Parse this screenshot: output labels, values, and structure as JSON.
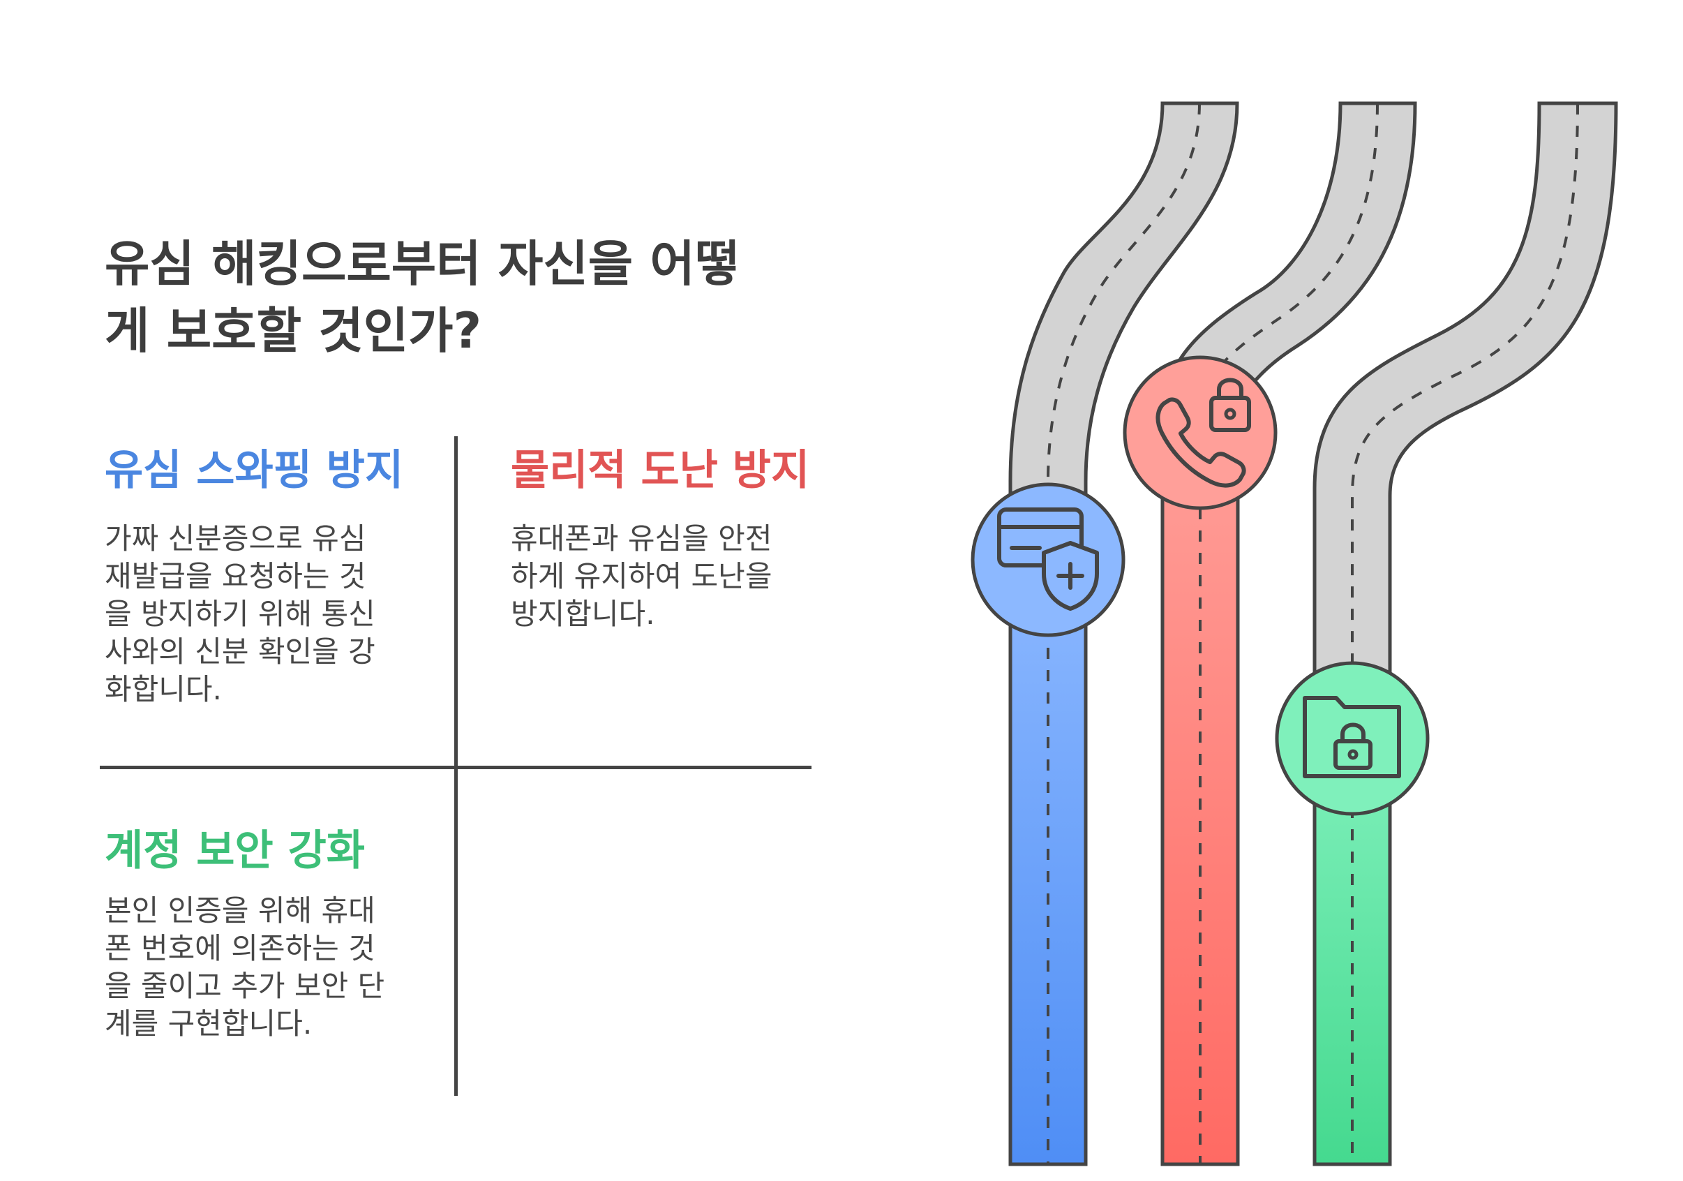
{
  "title_line1": "유심 해킹으로부터 자신을 어떻",
  "title_line2": "게 보호할 것인가?",
  "sections": [
    {
      "title": "유심 스와핑 방지",
      "color": "#4a86e0",
      "body": [
        "가짜 신분증으로 유심",
        "재발급을 요청하는 것",
        "을 방지하기 위해 통신",
        "사와의 신분 확인을 강",
        "화합니다."
      ]
    },
    {
      "title": "물리적 도난 방지",
      "color": "#e15454",
      "body": [
        "휴대폰과 유심을 안전",
        "하게 유지하여 도난을",
        "방지합니다."
      ]
    },
    {
      "title": "계정 보안 강화",
      "color": "#3dbf78",
      "body": [
        "본인 인증을 위해 휴대",
        "폰 번호에 의존하는 것",
        "을 줄이고 추가 보안 단",
        "계를 구현합니다."
      ]
    }
  ],
  "roads": [
    {
      "name": "blue",
      "icon": "id-card-shield-icon",
      "color": "#6aa3ff"
    },
    {
      "name": "red",
      "icon": "phone-lock-icon",
      "color": "#ff7b74"
    },
    {
      "name": "green",
      "icon": "folder-lock-icon",
      "color": "#5fe3a3"
    }
  ]
}
